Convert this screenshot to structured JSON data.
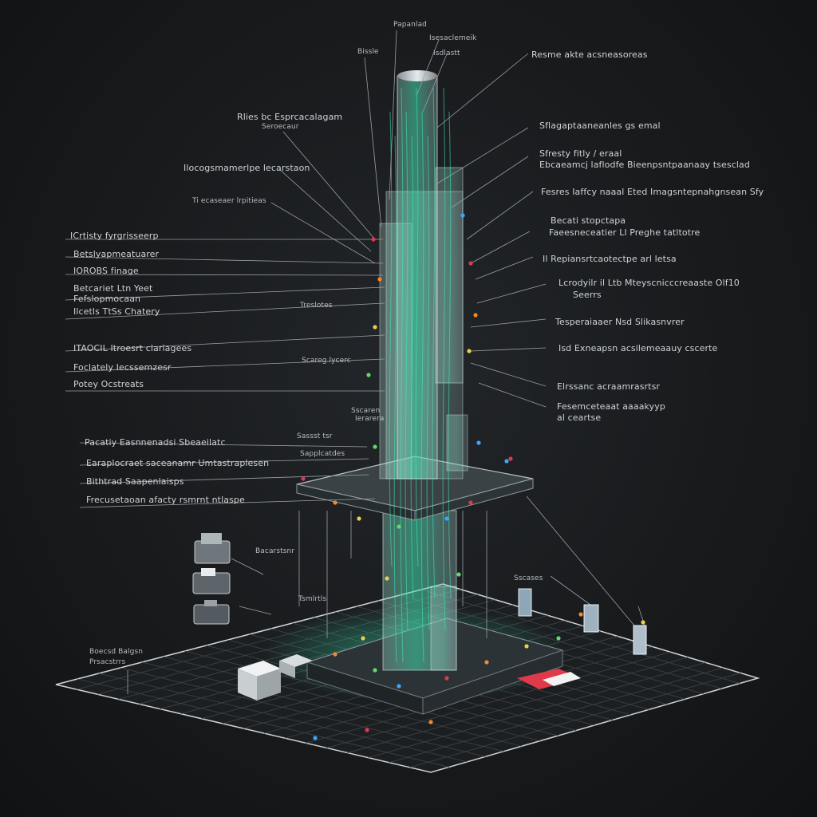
{
  "labels": {
    "top_1": "Papanlad",
    "top_2": "Isesaclemeik",
    "top_3": "Isdlastt",
    "top_4": "Bissle",
    "top_right": "Resme akte acsneasoreas",
    "left_a1": "Rlies bc Esprcacalagam",
    "left_a2": "Seroecaur",
    "left_b": "Ilocogsmamerlpe lecarstaon",
    "left_c": "Ti ecaseaer lrpitieas",
    "left_1": "ICrtisty fyrgrisseerp",
    "left_2": "Betslyapmeatuarer",
    "left_3": "IOROBS finage",
    "left_4a": "Betcariet Ltn Yeet",
    "left_4b": "Fefslopmocaan",
    "left_5": "Ilcetls TtSs Chatery",
    "left_6": "ITAOCIL Itroesrt clarlagees",
    "left_7": "Foclately Iecssemzesr",
    "left_8": "Potey Ocstreats",
    "mid_1": "Treslotes",
    "mid_2": "Scareg lycerc",
    "mid_3": "Sscaren",
    "mid_4": "Ierarera",
    "low_1": "Pacatiy Easnnenadsi Sbeaeilatc",
    "low_2": "Earaplocraet saceanamr Umtastraplesen",
    "low_3": "Bithtrad Saapenlaisps",
    "low_4": "Frecusetaoan afacty rsmrnt ntlaspe",
    "pl_1": "Sassst tsr",
    "pl_2": "Sapplcatdes",
    "pl_3": "Bacarstsnr",
    "pl_4": "Tsmlrtls",
    "pl_5": "Sscases",
    "right_1": "Sflagaptaaneanles gs emal",
    "right_2a": "Sfresty fitly / eraal",
    "right_2b": "Ebcaeamcj laflodfe Bieenpsntpaanaay tsesclad",
    "right_3": "Fesres Iaffcy naaal Eted Imagsntepnahgnsean Sfy",
    "right_4a": "Becati stopctapa",
    "right_4b": "Faeesneceatier Ll Preghe tatltotre",
    "right_5": "Il Repiansrtcaotectpe arl letsa",
    "right_6a": "Lcrodyilr il Ltb Mteyscnicccreaaste Olf10",
    "right_6b": "Seerrs",
    "right_7": "Tesperaiaaer Nsd Slikasnvrer",
    "right_8": "Isd Exneapsn acsilemeaauy cscerte",
    "right_9": "Elrssanc acraamrasrtsr",
    "right_10a": "Fesemceteaat aaaakyyp",
    "right_10b": "al ceartse",
    "base_a": "Boecsd Balgsn",
    "base_b": "Prsacstrrs"
  },
  "colors": {
    "background": "#151617",
    "leader": "#9aa0a6",
    "glass": "#7fd8c2",
    "glass_edge": "#cfeee6",
    "glow": "#2fd3a0",
    "grid": "#5b6066",
    "accent_red": "#e0394a",
    "accent_orange": "#f28a2e",
    "accent_yellow": "#e8d24a",
    "accent_green": "#5cdc6a"
  },
  "icons": {
    "modules": [
      "server-module-icon",
      "server-module-icon",
      "server-module-icon"
    ],
    "cabinets": [
      "cabinet-icon",
      "cabinet-icon",
      "cabinet-icon"
    ],
    "building": "utility-building-icon",
    "vehicle": "vehicle-icon"
  }
}
